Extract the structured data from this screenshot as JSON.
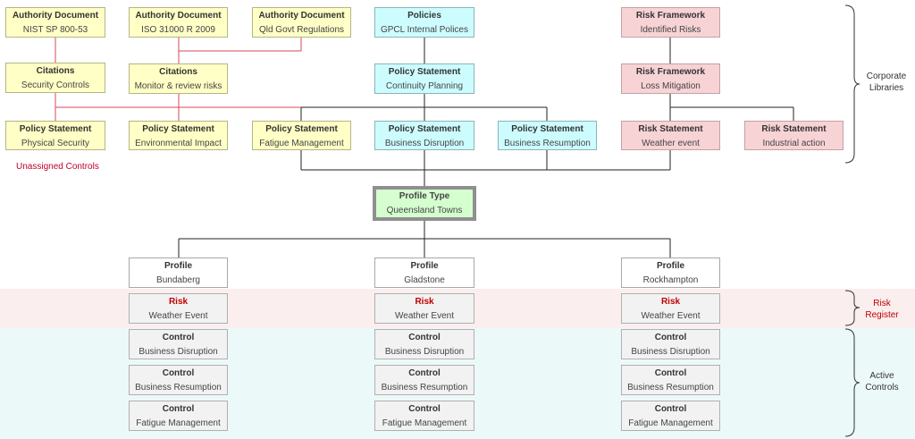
{
  "corporate_libraries": {
    "authority_nist": {
      "title": "Authority Document",
      "subtitle": "NIST SP 800-53"
    },
    "authority_iso": {
      "title": "Authority Document",
      "subtitle": "ISO 31000 R 2009"
    },
    "authority_qld": {
      "title": "Authority Document",
      "subtitle": "Qld Govt Regulations"
    },
    "policies": {
      "title": "Policies",
      "subtitle": "GPCL Internal Polices"
    },
    "risk_framework_identified": {
      "title": "Risk Framework",
      "subtitle": "Identified Risks"
    },
    "citations_security": {
      "title": "Citations",
      "subtitle": "Security Controls"
    },
    "citations_monitor": {
      "title": "Citations",
      "subtitle": "Monitor & review risks"
    },
    "policy_continuity": {
      "title": "Policy Statement",
      "subtitle": "Continuity Planning"
    },
    "risk_framework_loss": {
      "title": "Risk Framework",
      "subtitle": "Loss Mitigation"
    },
    "ps_physical": {
      "title": "Policy Statement",
      "subtitle": "Physical Security"
    },
    "ps_environmental": {
      "title": "Policy Statement",
      "subtitle": "Environmental Impact"
    },
    "ps_fatigue": {
      "title": "Policy Statement",
      "subtitle": "Fatigue Management"
    },
    "ps_disruption": {
      "title": "Policy Statement",
      "subtitle": "Business Disruption"
    },
    "ps_resumption": {
      "title": "Policy Statement",
      "subtitle": "Business Resumption"
    },
    "rs_weather": {
      "title": "Risk Statement",
      "subtitle": "Weather event"
    },
    "rs_industrial": {
      "title": "Risk Statement",
      "subtitle": "Industrial action"
    }
  },
  "unassigned_label": "Unassigned Controls",
  "profile_type": {
    "title": "Profile Type",
    "subtitle": "Queensland Towns"
  },
  "profiles": [
    {
      "title": "Profile",
      "name": "Bundaberg",
      "risk": {
        "title": "Risk",
        "subtitle": "Weather Event"
      },
      "controls": [
        {
          "title": "Control",
          "subtitle": "Business Disruption"
        },
        {
          "title": "Control",
          "subtitle": "Business Resumption"
        },
        {
          "title": "Control",
          "subtitle": "Fatigue Management"
        }
      ]
    },
    {
      "title": "Profile",
      "name": "Gladstone",
      "risk": {
        "title": "Risk",
        "subtitle": "Weather Event"
      },
      "controls": [
        {
          "title": "Control",
          "subtitle": "Business Disruption"
        },
        {
          "title": "Control",
          "subtitle": "Business Resumption"
        },
        {
          "title": "Control",
          "subtitle": "Fatigue Management"
        }
      ]
    },
    {
      "title": "Profile",
      "name": "Rockhampton",
      "risk": {
        "title": "Risk",
        "subtitle": "Weather Event"
      },
      "controls": [
        {
          "title": "Control",
          "subtitle": "Business Disruption"
        },
        {
          "title": "Control",
          "subtitle": "Business Resumption"
        },
        {
          "title": "Control",
          "subtitle": "Fatigue Management"
        }
      ]
    }
  ],
  "side_labels": {
    "corporate_1": "Corporate",
    "corporate_2": "Libraries",
    "risk_1": "Risk",
    "risk_2": "Register",
    "active_1": "Active",
    "active_2": "Controls"
  },
  "colors": {
    "yellow": "#ffffc6",
    "cyan": "#cdfcff",
    "pink": "#f7d3d6",
    "green": "#d6ffd0",
    "red_line": "#d84a57",
    "dark_line": "#222222"
  }
}
